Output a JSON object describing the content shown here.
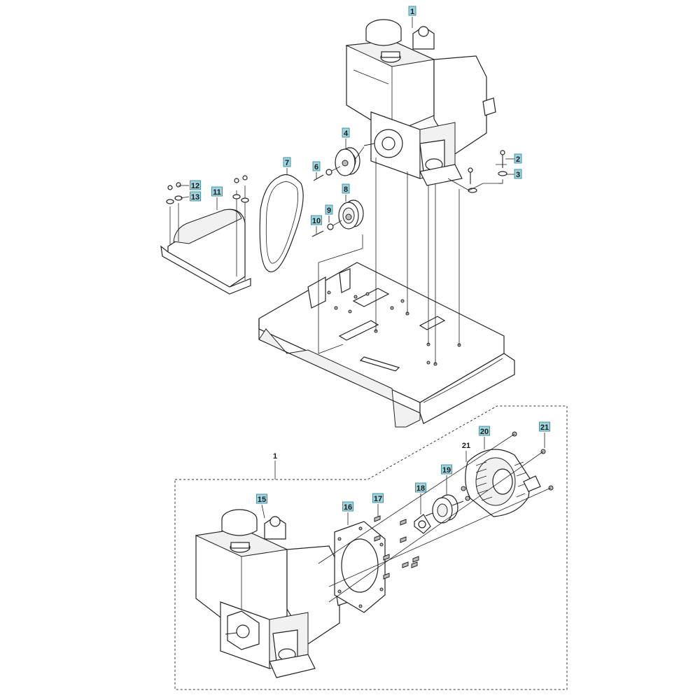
{
  "colors": {
    "callout_fill": "#9fd4de",
    "callout_border": "#2a7f8f",
    "line": "#222222"
  },
  "labels": {
    "engine": "1",
    "bolt": "2",
    "washer": "3",
    "pulley_engine": "4",
    "screw_pulley_engine": "6",
    "belt": "7",
    "pulley_driven": "8",
    "washer_pulley_driven": "9",
    "screw_pulley_driven": "10",
    "belt_guard": "11",
    "screw_belt_guard": "12",
    "washer_belt_guard": "13",
    "engine_assembly": "1",
    "engine_assembly_detail": "15",
    "gasket": "16",
    "screw_gasket": "17",
    "flange": "18",
    "coupling": "19",
    "housing": "20",
    "screw_housing_plain": "21",
    "screw_housing": "21"
  }
}
